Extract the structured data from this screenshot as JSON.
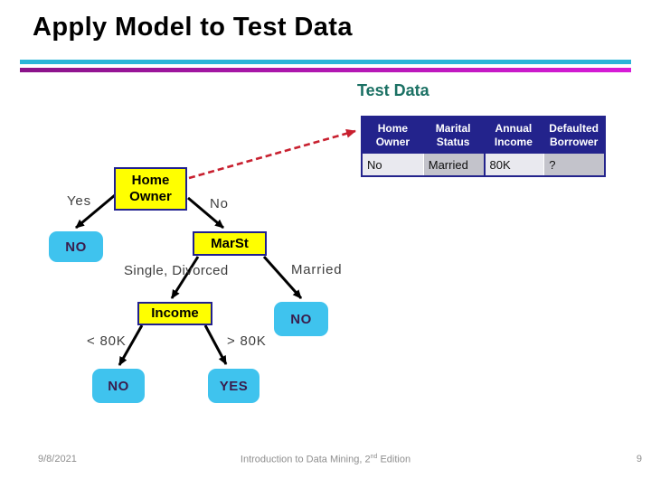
{
  "slide": {
    "title": "Apply Model to Test Data",
    "test_data_label": "Test Data"
  },
  "table": {
    "columns": [
      "Home Owner",
      "Marital Status",
      "Annual Income",
      "Defaulted Borrower"
    ],
    "row": [
      "No",
      "Married",
      "80K",
      "?"
    ]
  },
  "tree": {
    "nodes": {
      "home_owner": "Home Owner",
      "marst": "MarSt",
      "income": "Income"
    },
    "leaves": {
      "no_left": "NO",
      "no_married": "NO",
      "no_low": "NO",
      "yes_high": "YES"
    },
    "edge_labels": {
      "yes": "Yes",
      "no": "No",
      "single_divorced": "Single, Divorced",
      "married": "Married",
      "lt_80k": "< 80K",
      "gt_80k": "> 80K"
    }
  },
  "footer": {
    "date": "9/8/2021",
    "citation_pre": "Introduction to Data Mining, 2",
    "citation_sup": "nd",
    "citation_post": " Edition",
    "page_number": "9"
  },
  "colors": {
    "node_fill": "#FFFF00",
    "node_border": "#20208F",
    "leaf_fill": "#3FC3EE",
    "leaf_text": "#3A1D4C",
    "header_bg": "#23238C",
    "cell_light": "#E9E9EF",
    "cell_dark": "#C3C3CB",
    "accent_teal": "#2BB5D8",
    "magenta_start": "#8A1389",
    "magenta_end": "#D81BD8",
    "test_data_color": "#1B7164",
    "dashed_arrow": "#C8202F"
  }
}
